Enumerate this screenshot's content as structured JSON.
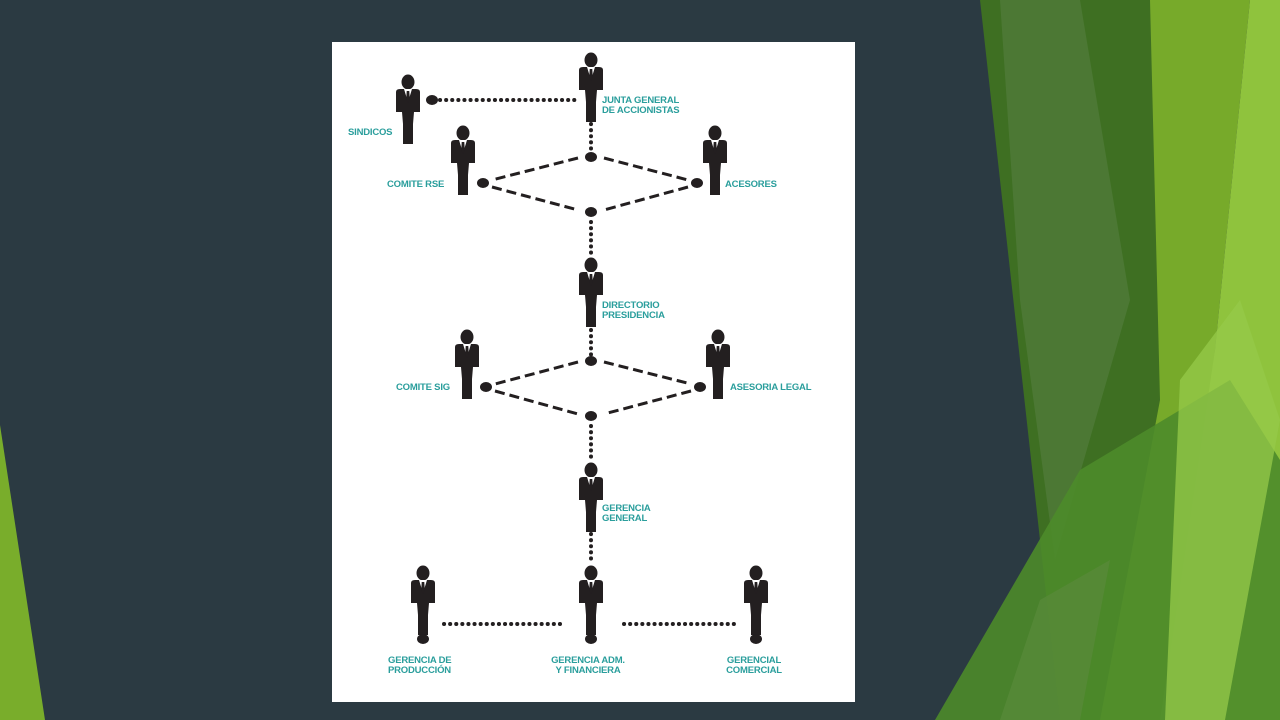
{
  "colors": {
    "background": "#2b3a42",
    "accent_green_dark": "#3f6e22",
    "accent_green": "#6fa829",
    "accent_green_light": "#8ec63f",
    "card": "#ffffff",
    "label_teal": "#2a9e9c",
    "figure": "#231f20"
  },
  "diagram": {
    "nodes": {
      "junta": {
        "lines": [
          "JUNTA GENERAL",
          "DE ACCIONISTAS"
        ],
        "icon": "person-icon"
      },
      "sindicos": {
        "lines": [
          "SINDICOS"
        ],
        "icon": "person-icon"
      },
      "comite_rse": {
        "lines": [
          "COMITE RSE"
        ],
        "icon": "person-icon"
      },
      "acesores": {
        "lines": [
          "ACESORES"
        ],
        "icon": "person-icon"
      },
      "directorio": {
        "lines": [
          "DIRECTORIO",
          "PRESIDENCIA"
        ],
        "icon": "person-icon"
      },
      "comite_sig": {
        "lines": [
          "COMITE SIG"
        ],
        "icon": "person-icon"
      },
      "asesoria_legal": {
        "lines": [
          "ASESORIA LEGAL"
        ],
        "icon": "person-icon"
      },
      "gerencia_general": {
        "lines": [
          "GERENCIA",
          "GENERAL"
        ],
        "icon": "person-icon"
      },
      "gerencia_produccion": {
        "lines": [
          "GERENCIA DE",
          "PRODUCCIÓN"
        ],
        "icon": "person-icon"
      },
      "gerencia_adm": {
        "lines": [
          "GERENCIA ADM.",
          "Y FINANCIERA"
        ],
        "icon": "person-icon"
      },
      "gerencia_comercial": {
        "lines": [
          "GERENCIAL",
          "COMERCIAL"
        ],
        "icon": "person-icon"
      }
    }
  }
}
